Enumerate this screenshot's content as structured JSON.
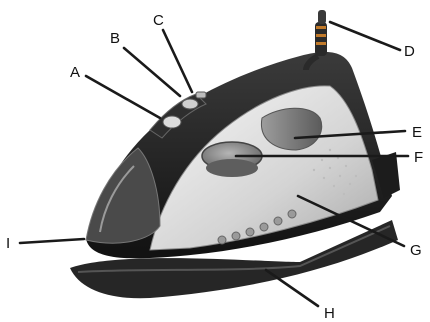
{
  "colors": {
    "body_dark": "#1b1b1b",
    "body_mid": "#3a3a3a",
    "shell_light": "#d9d9d9",
    "shell_white": "#f4f4f4",
    "soleplate": "#2a2a2a",
    "reservoir": "#9a9a9a",
    "dial": "#8c8c8c",
    "leader_line": "#1a1a1a"
  },
  "labels": {
    "a": "A",
    "b": "B",
    "c": "C",
    "d": "D",
    "e": "E",
    "f": "F",
    "g": "G",
    "h": "H",
    "i": "I"
  },
  "icons": [
    "steam-iron-illustration",
    "cord-swivel-icon",
    "temperature-dial-icon",
    "control-buttons-icon"
  ]
}
